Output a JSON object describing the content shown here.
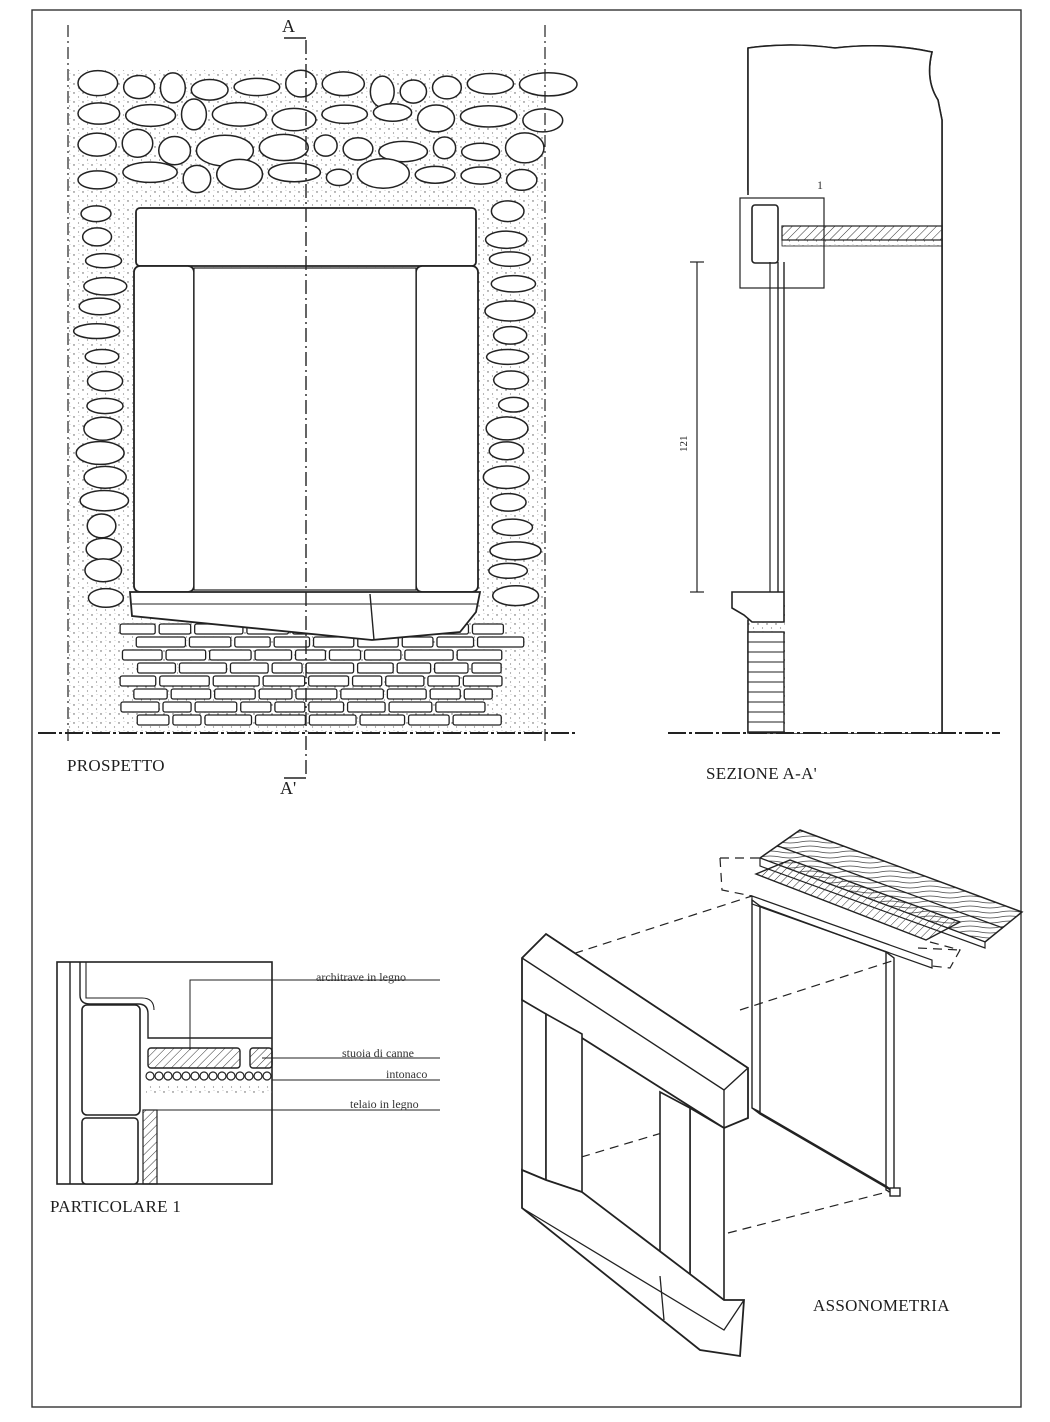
{
  "labels": {
    "prospetto": "PROSPETTO",
    "sezione": "SEZIONE A-A'",
    "particolare": "PARTICOLARE 1",
    "assonometria": "ASSONOMETRIA",
    "section_a": "A",
    "section_a_prime": "A'",
    "detail_marker": "1",
    "dimension": "121"
  },
  "detail_callouts": [
    "architrave in legno",
    "stuoia di canne",
    "intonaco",
    "telaio in legno"
  ]
}
